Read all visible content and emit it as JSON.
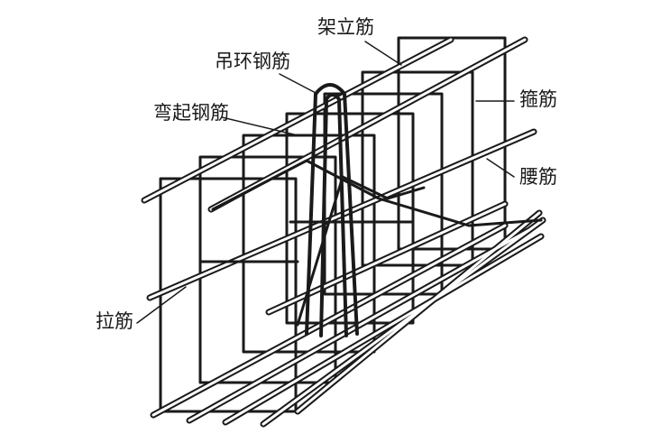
{
  "labels": {
    "erection_bar": "架立筋",
    "lifting_ring": "吊环钢筋",
    "bent_up_bar": "弯起钢筋",
    "stirrup": "箍筋",
    "waist_bar": "腰筋",
    "tie_bar": "拉筋"
  },
  "colors": {
    "ink": "#1a1a1a",
    "background": "#ffffff"
  }
}
